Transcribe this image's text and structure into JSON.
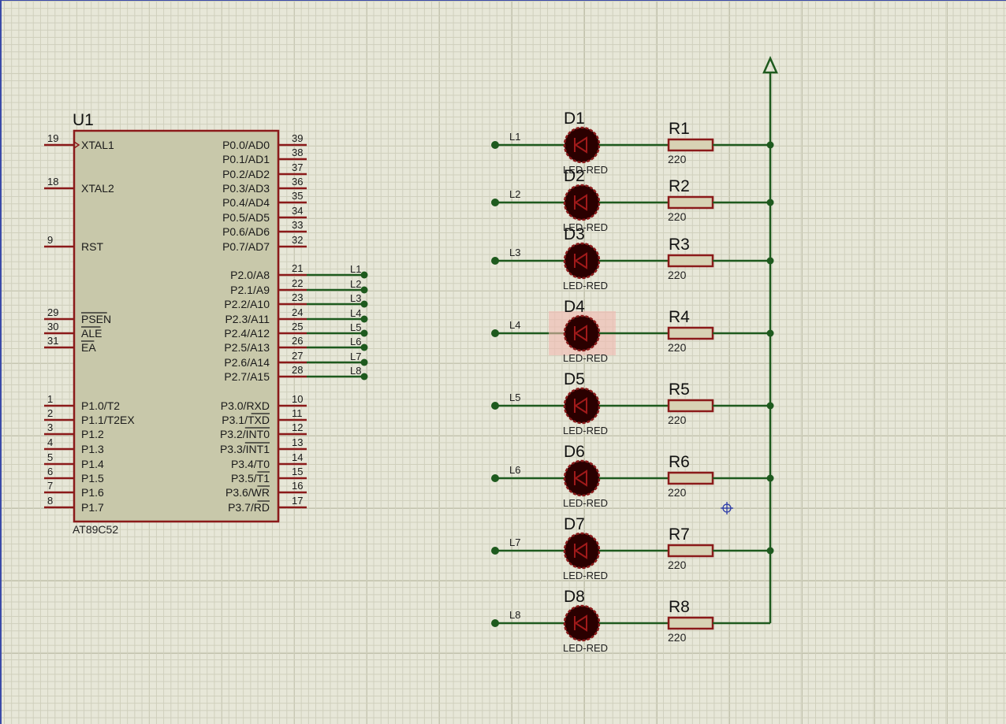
{
  "chip": {
    "ref": "U1",
    "part": "AT89C52",
    "left_pins": [
      {
        "num": "19",
        "name": "XTAL1"
      },
      {
        "num": "18",
        "name": "XTAL2"
      },
      {
        "num": "9",
        "name": "RST"
      },
      {
        "num": "29",
        "name": "PSEN",
        "overline": true
      },
      {
        "num": "30",
        "name": "ALE",
        "overline": true
      },
      {
        "num": "31",
        "name": "EA",
        "overline": true
      },
      {
        "num": "1",
        "name": "P1.0/T2"
      },
      {
        "num": "2",
        "name": "P1.1/T2EX"
      },
      {
        "num": "3",
        "name": "P1.2"
      },
      {
        "num": "4",
        "name": "P1.3"
      },
      {
        "num": "5",
        "name": "P1.4"
      },
      {
        "num": "6",
        "name": "P1.5"
      },
      {
        "num": "7",
        "name": "P1.6"
      },
      {
        "num": "8",
        "name": "P1.7"
      }
    ],
    "right_pins": [
      {
        "num": "39",
        "name": "P0.0/AD0"
      },
      {
        "num": "38",
        "name": "P0.1/AD1"
      },
      {
        "num": "37",
        "name": "P0.2/AD2"
      },
      {
        "num": "36",
        "name": "P0.3/AD3"
      },
      {
        "num": "35",
        "name": "P0.4/AD4"
      },
      {
        "num": "34",
        "name": "P0.5/AD5"
      },
      {
        "num": "33",
        "name": "P0.6/AD6"
      },
      {
        "num": "32",
        "name": "P0.7/AD7"
      },
      {
        "num": "21",
        "name": "P2.0/A8"
      },
      {
        "num": "22",
        "name": "P2.1/A9"
      },
      {
        "num": "23",
        "name": "P2.2/A10"
      },
      {
        "num": "24",
        "name": "P2.3/A11"
      },
      {
        "num": "25",
        "name": "P2.4/A12"
      },
      {
        "num": "26",
        "name": "P2.5/A13"
      },
      {
        "num": "27",
        "name": "P2.6/A14"
      },
      {
        "num": "28",
        "name": "P2.7/A15"
      },
      {
        "num": "10",
        "name": "P3.0/RXD"
      },
      {
        "num": "11",
        "name": "P3.1/TXD",
        "overline_part": "TXD"
      },
      {
        "num": "12",
        "name": "P3.2/INT0",
        "overline_part": "INT0"
      },
      {
        "num": "13",
        "name": "P3.3/INT1",
        "overline_part": "INT1"
      },
      {
        "num": "14",
        "name": "P3.4/T0"
      },
      {
        "num": "15",
        "name": "P3.5/T1",
        "overline_part": "T1"
      },
      {
        "num": "16",
        "name": "P3.6/WR",
        "overline_part": "WR"
      },
      {
        "num": "17",
        "name": "P3.7/RD",
        "overline_part": "RD"
      }
    ],
    "port2_net_labels": [
      "L1",
      "L2",
      "L3",
      "L4",
      "L5",
      "L6",
      "L7",
      "L8"
    ]
  },
  "leds": [
    {
      "net": "L1",
      "ref": "D1",
      "type": "LED-RED",
      "res_ref": "R1",
      "res_value": "220"
    },
    {
      "net": "L2",
      "ref": "D2",
      "type": "LED-RED",
      "res_ref": "R2",
      "res_value": "220"
    },
    {
      "net": "L3",
      "ref": "D3",
      "type": "LED-RED",
      "res_ref": "R3",
      "res_value": "220"
    },
    {
      "net": "L4",
      "ref": "D4",
      "type": "LED-RED",
      "res_ref": "R4",
      "res_value": "220",
      "selected": true
    },
    {
      "net": "L5",
      "ref": "D5",
      "type": "LED-RED",
      "res_ref": "R5",
      "res_value": "220"
    },
    {
      "net": "L6",
      "ref": "D6",
      "type": "LED-RED",
      "res_ref": "R6",
      "res_value": "220"
    },
    {
      "net": "L7",
      "ref": "D7",
      "type": "LED-RED",
      "res_ref": "R7",
      "res_value": "220"
    },
    {
      "net": "L8",
      "ref": "D8",
      "type": "LED-RED",
      "res_ref": "R8",
      "res_value": "220"
    }
  ],
  "colors": {
    "pin": "#8b1a1a",
    "wire": "#1e5a1e",
    "chip_fill": "#c8c8aa",
    "led_fill": "#2a0000",
    "resistor_fill": "#d8d2b4",
    "selection": "#f2b9b0",
    "cursor": "#2a3aa8"
  }
}
